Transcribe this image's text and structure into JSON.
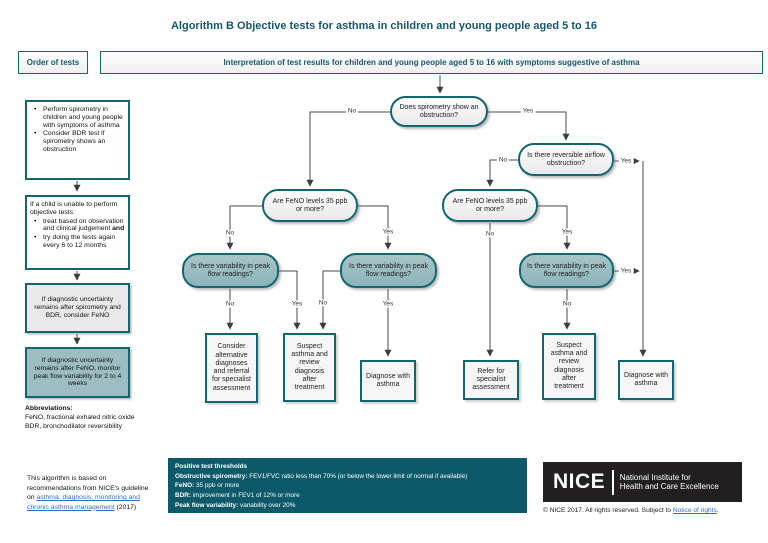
{
  "title": "Algorithm B Objective tests for asthma in children and young people aged 5 to 16",
  "colors": {
    "teal_border": "#156570",
    "teal_fill": "#9cbec3",
    "dark_teal_panel": "#0c596a",
    "heading_text": "#17576b",
    "link_blue": "#2e6fc4",
    "logo_black": "#221f20"
  },
  "left_column": {
    "header": "Order of tests",
    "box_tests": {
      "bullets": [
        "Perform spirometry in children and young people with symptoms of asthma",
        "Consider BDR test if spirometry shows an obstruction"
      ]
    },
    "box_unable": {
      "intro": "If a child is unable to perform objective tests:",
      "bullet1_text": "treat based on observation and clinical judgement ",
      "bullet1_bold": "and",
      "bullet2": "try doing the tests again every 6 to 12 months"
    },
    "box_feno": "If diagnostic uncertainty remains after spirometry and BDR, consider FeNO",
    "box_peakflow": "If diagnostic uncertainty remains after FeNO, monitor peak flow variability for 2 to 4 weeks",
    "abbreviations": {
      "heading": "Abbreviations:",
      "line1": "FeNO, fractional exhaled nitric oxide",
      "line2": "BDR, bronchodilator reversibility"
    },
    "source_note": {
      "pre": "This algorithm is based on recommendations from NICE's guideline on ",
      "link": "asthma: diagnosis, monitoring and chronic asthma management",
      "post": " (2017)"
    }
  },
  "flowchart": {
    "header": "Interpretation of test results for children and young people aged 5 to 16 with symptoms suggestive of asthma",
    "nodes": {
      "spirometry": "Does spirometry show an obstruction?",
      "reversible": "Is there reversible airflow obstruction?",
      "feno": "Are FeNO levels 35 ppb or more?",
      "variability": "Is there variability in peak flow readings?",
      "consider": "Consider alternative diagnoses and referral for specialist assessment",
      "suspect": "Suspect asthma and review diagnosis after treatment",
      "diagnose": "Diagnose with asthma",
      "refer": "Refer for specialist assessment"
    },
    "labels": {
      "yes": "Yes",
      "no": "No"
    }
  },
  "thresholds": {
    "heading": "Positive test thresholds",
    "items": [
      {
        "label": "Obstructive spirometry:",
        "value": " FEV1/FVC ratio less than 70% (or below the lower limit of normal if available)"
      },
      {
        "label": "FeNO:",
        "value": " 35 ppb or more"
      },
      {
        "label": "BDR:",
        "value": " improvement in FEV1 of 12% or more"
      },
      {
        "label": "Peak flow variability:",
        "value": " variability over 20%"
      }
    ]
  },
  "footer": {
    "logo_word": "NICE",
    "org_line1": "National Institute for",
    "org_line2": "Health and Care Excellence",
    "copyright_pre": "© NICE 2017. All rights reserved. Subject to ",
    "copyright_link": "Notice of rights",
    "copyright_post": "."
  }
}
